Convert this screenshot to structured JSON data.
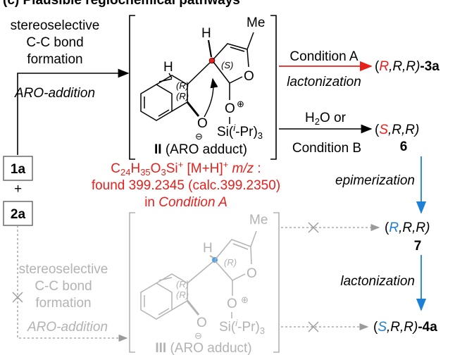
{
  "header": {
    "title": "(c) Plausible regiochemical pathways"
  },
  "left_pathway": {
    "upper_text": [
      "stereoselective",
      "C-C bond",
      "formation"
    ],
    "upper_method": "ARO-addition",
    "lower_text": [
      "stereoselective",
      "C-C bond",
      "formation"
    ],
    "lower_method": "ARO-addition"
  },
  "reagents": {
    "r1": "1a",
    "plus": "+",
    "r2": "2a"
  },
  "intermediate_II": {
    "label_num": "II",
    "label_text": "(ARO adduct)",
    "methyl": "Me",
    "h_top": "H",
    "h_left": "H",
    "stereo_s": "(S)",
    "stereo_r1": "(R)",
    "stereo_r2": "(R)",
    "ring_o": "O",
    "carbonyl_o": "O",
    "oxide_o": "O",
    "plus": "⊕",
    "minus": "⊖",
    "silyl": "Si(",
    "silyl_i": "i",
    "silyl_end": "-Pr)",
    "silyl_sub": "3"
  },
  "intermediate_III": {
    "label_num": "III",
    "label_text": "(ARO adduct)",
    "methyl": "Me",
    "h_top": "H",
    "stereo_r_top": "(R)",
    "stereo_r1": "(R)",
    "stereo_r2": "(R)",
    "ring_o": "O",
    "carbonyl_o": "O",
    "oxide_o": "O",
    "plus": "⊕",
    "minus": "⊖",
    "silyl": "Si(",
    "silyl_i": "i",
    "silyl_end": "-Pr)",
    "silyl_sub": "3"
  },
  "mass_spec": {
    "line1_formula": "C24H35O3Si+ [M+H]+",
    "line1_mz": "m/z :",
    "line2": "found 399.2345 (calc.399.2350)",
    "line3_in": "in",
    "line3_cond": "Condition A"
  },
  "arrows": {
    "condition_a": "Condition A",
    "lactonization_top": "lactonization",
    "water_or": "H2O or",
    "condition_b": "Condition B",
    "epimerization": "epimerization",
    "lactonization_bottom": "lactonization"
  },
  "products": {
    "p3a_open": "(",
    "p3a_s1": "R",
    "p3a_rest": ",R,R)",
    "p3a_id": "-3a",
    "p6_open": "(",
    "p6_s1": "S",
    "p6_rest": ",R,R)",
    "p6_id": "6",
    "p7_open": "(",
    "p7_s1": "R",
    "p7_rest": ",R,R)",
    "p7_id": "7",
    "p4a_open": "(",
    "p4a_s1": "S",
    "p4a_rest": ",R,R)",
    "p4a_id": "-4a"
  },
  "colors": {
    "red": "#e8201c",
    "blue": "#1e7fd6",
    "gray": "#b3b3b3",
    "black": "#000000"
  }
}
